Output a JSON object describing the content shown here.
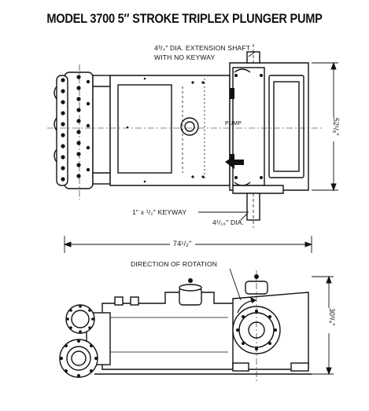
{
  "title": "MODEL 3700  5″ STROKE TRIPLEX PLUNGER PUMP",
  "labels": {
    "extension_shaft_line1": "4³/₄″ DIA. EXTENSION SHAFT",
    "extension_shaft_line2": "WITH NO KEYWAY",
    "pump_marking": "PUMP",
    "keyway": "1″ x ¹/₂″ KEYWAY",
    "shaft_dia": "4¹/₁₆″ DIA.",
    "overall_length": "74¹/₂″",
    "overall_width": "52¹/₈″",
    "height": "30³/₄″",
    "direction_of_rotation": "DIRECTION OF ROTATION"
  }
}
